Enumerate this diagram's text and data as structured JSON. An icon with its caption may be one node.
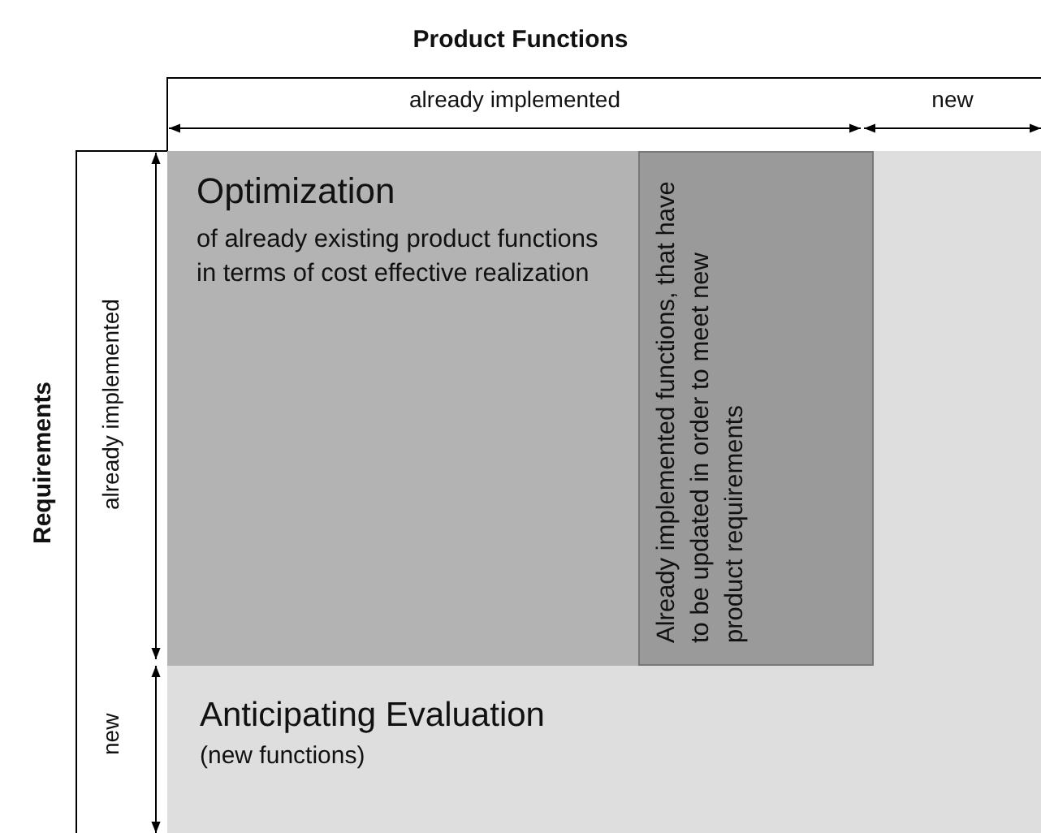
{
  "diagram": {
    "nodes": [
      {
        "text": [
          "Anticipating Evaluation",
          "(new functions)"
        ]
      },
      {
        "text": [
          "Optimization",
          "of already existing product functions in terms of cost effective realization"
        ],
        "in": 0
      },
      {
        "text": [
          "Already implemented functions, that have to be updated in order to meet new product requirements"
        ],
        "in": 1
      }
    ],
    "edges": [],
    "labels": [
      "Product Functions",
      "already implemented",
      "new",
      "Requirements",
      "already implemented",
      "new"
    ]
  }
}
